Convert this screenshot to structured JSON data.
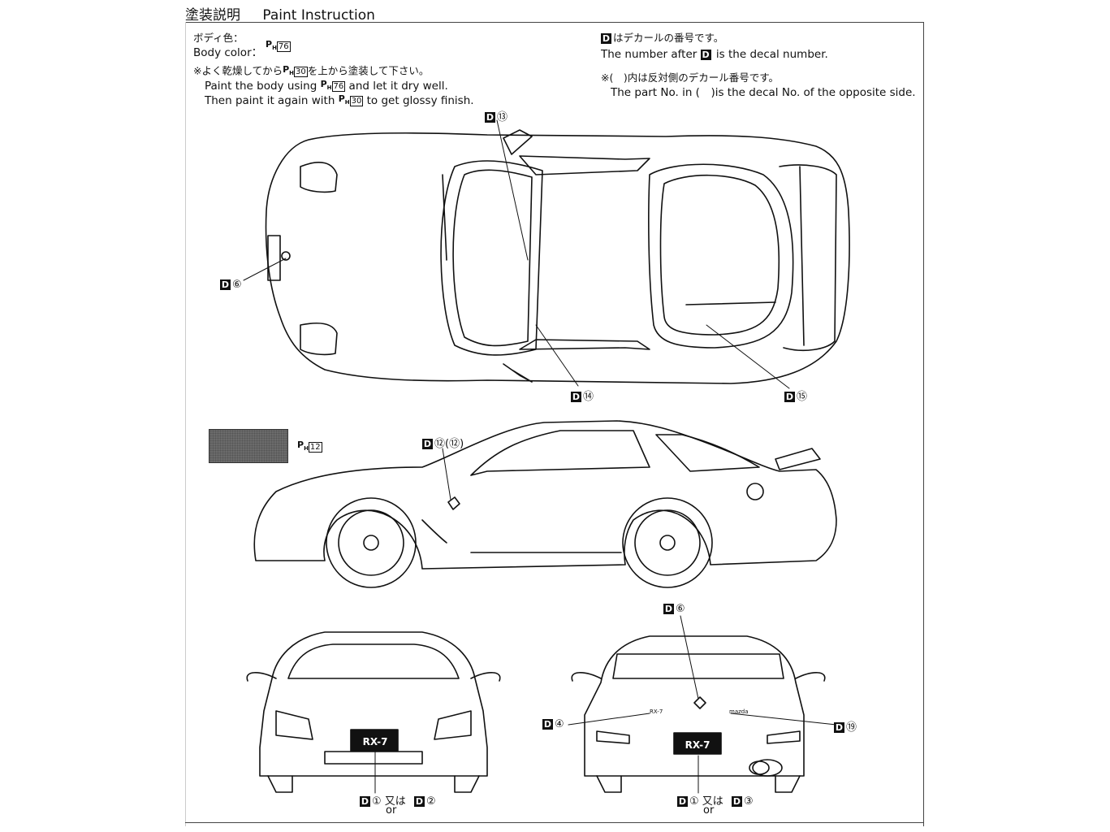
{
  "header": {
    "title_jp": "塗装説明",
    "title_en": "Paint Instruction"
  },
  "paint": {
    "body_color_jp": "ボディ色：",
    "body_color_en": "Body color：",
    "body_code": "76",
    "note_jp": "※よく乾燥してから",
    "note_jp_code": "30",
    "note_jp_tail": "を上から塗装して下さい。",
    "line1_a": "Paint the body using",
    "line1_code": "76",
    "line1_b": "and let it dry well.",
    "line2_a": "Then paint it again with",
    "line2_code": "30",
    "line2_b": "to get glossy finish.",
    "swatch_code": "12",
    "ph_label": "P",
    "ph_sub": "H"
  },
  "decal_notes": {
    "line1_jp": "はデカールの番号です。",
    "line1_en_a": "The number after",
    "line1_en_b": "is the decal number.",
    "line2_jp": "※(　)内は反対側のデカール番号です。",
    "line2_en": "The part No. in (　)is the decal No. of the opposite side.",
    "d_label": "D"
  },
  "callouts": {
    "top_13": "⑬",
    "top_6": "⑥",
    "top_14": "⑭",
    "top_15": "⑮",
    "side_12": "⑫(⑫)",
    "rear_6": "⑥",
    "rear_4": "④",
    "rear_19": "⑲",
    "front_1": "①",
    "front_or_jp": "又は",
    "front_or_en": "or",
    "front_2": "②",
    "rear_1": "①",
    "rear_or_jp": "又は",
    "rear_or_en": "or",
    "rear_3": "③"
  },
  "plates": {
    "front": "RX-7",
    "rear": "RX-7",
    "rear_badge_left": "RX-7",
    "rear_badge_right": "mazda"
  }
}
